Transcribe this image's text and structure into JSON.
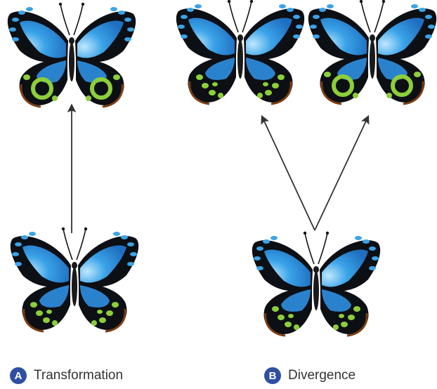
{
  "panels": [
    {
      "letter": "A",
      "caption": "Transformation"
    },
    {
      "letter": "B",
      "caption": "Divergence"
    }
  ],
  "colors": {
    "wing_blue": "#3aa3e8",
    "wing_black": "#0c0f14",
    "wing_green": "#8ccf3a",
    "wing_edge_brown": "#7a3d12",
    "arrow": "#333333",
    "badge": "#2f4fa3"
  },
  "butterflies": [
    {
      "id": "A-ancestor",
      "pattern": "spots"
    },
    {
      "id": "A-descendant",
      "pattern": "rings"
    },
    {
      "id": "B-ancestor",
      "pattern": "spots"
    },
    {
      "id": "B-descendant-1",
      "pattern": "spots"
    },
    {
      "id": "B-descendant-2",
      "pattern": "rings"
    }
  ]
}
